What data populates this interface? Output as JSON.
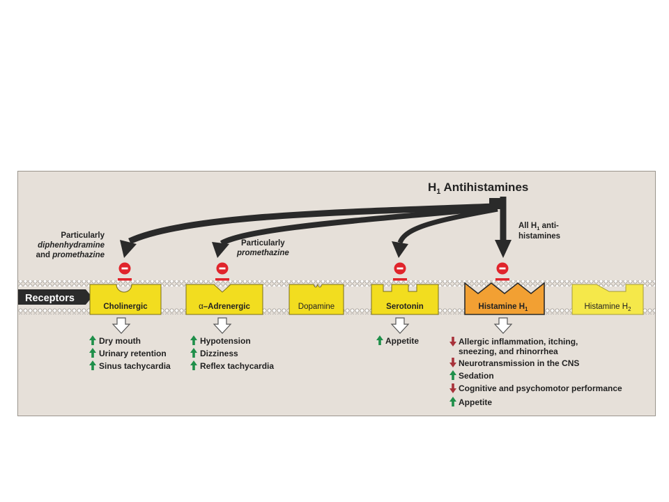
{
  "title": {
    "main": "H",
    "sub": "1",
    "rest": " Antihistamines"
  },
  "notes": {
    "diphen": {
      "line1": "Particularly",
      "line2": "diphenhydramine",
      "line3a": "and ",
      "line3b": "promethazine"
    },
    "prometh": {
      "line1": "Particularly",
      "line2": "promethazine"
    },
    "all": {
      "line1a": "All H",
      "line1sub": "1",
      "line1b": " anti-",
      "line2": "histamines"
    }
  },
  "membrane_label": "Receptors",
  "receptors": {
    "cholinergic": "Cholinergic",
    "adrenergic_alpha": "α",
    "adrenergic_rest": "–Adrenergic",
    "dopamine": "Dopamine",
    "serotonin": "Serotonin",
    "h1_main": "Histamine H",
    "h1_sub": "1",
    "h2_main": "Histamine H",
    "h2_sub": "2"
  },
  "effects": {
    "cholinergic": [
      {
        "dir": "up",
        "text": "Dry mouth"
      },
      {
        "dir": "up",
        "text": "Urinary retention"
      },
      {
        "dir": "up",
        "text": "Sinus tachycardia"
      }
    ],
    "adrenergic": [
      {
        "dir": "up",
        "text": "Hypotension"
      },
      {
        "dir": "up",
        "text": "Dizziness"
      },
      {
        "dir": "up",
        "text": "Reflex tachycardia"
      }
    ],
    "serotonin": [
      {
        "dir": "up",
        "text": "Appetite"
      }
    ],
    "histamine": [
      {
        "dir": "down",
        "text": "Allergic inflammation, itching,",
        "text2": "sneezing, and rhinorrhea"
      },
      {
        "dir": "down",
        "text": "Neurotransmission in the CNS"
      },
      {
        "dir": "up",
        "text": "Sedation"
      },
      {
        "dir": "down",
        "text": "Cognitive and psychomotor performance"
      },
      {
        "dir": "up",
        "text": "Appetite"
      }
    ]
  },
  "colors": {
    "panel": "#e6e0d9",
    "receptor": "#f2dd1f",
    "h1_receptor": "#f2a033",
    "h2_receptor": "#f5e84a",
    "inhibit": "#e0242b",
    "up_arrow": "#1f8f4a",
    "down_arrow": "#a8323a",
    "drug_arrow": "#2a2a2a"
  }
}
